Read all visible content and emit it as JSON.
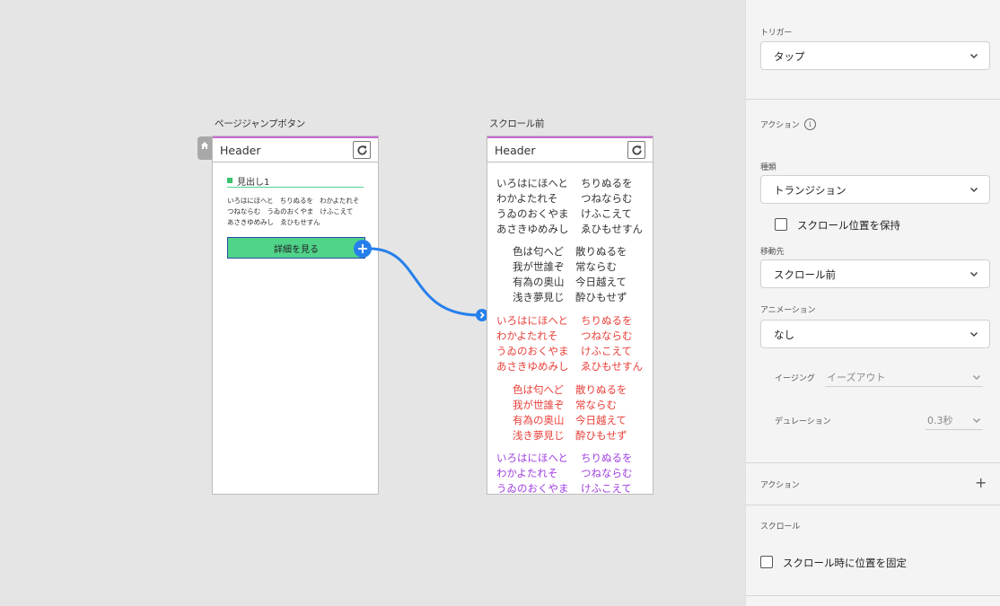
{
  "artboards": {
    "left": {
      "label": "ページジャンプボタン",
      "header_title": "Header",
      "heading": "見出し1",
      "text": "いろはにほへと　ちりぬるを　わかよたれそ　つねならむ　うゐのおくやま　けふこえて　あさきゆめみし　ゑひもせすん",
      "button_label": "詳細を見る"
    },
    "right": {
      "label": "スクロール前",
      "header_title": "Header",
      "blocks": [
        {
          "color": "#333333",
          "lines": [
            [
              "いろはにほへと",
              "ちりぬるを"
            ],
            [
              "わかよたれそ",
              "つねならむ"
            ],
            [
              "うゐのおくやま",
              "けふこえて"
            ],
            [
              "あさきゆめみし",
              "ゑひもせすん"
            ]
          ]
        },
        {
          "color": "#333333",
          "lines": [
            [
              "色は匂へど",
              "散りぬるを"
            ],
            [
              "我が世誰ぞ",
              "常ならむ"
            ],
            [
              "有為の奥山",
              "今日越えて"
            ],
            [
              "浅き夢見じ",
              "酔ひもせず"
            ]
          ]
        },
        {
          "color": "#e8403a",
          "lines": [
            [
              "いろはにほへと",
              "ちりぬるを"
            ],
            [
              "わかよたれそ",
              "つねならむ"
            ],
            [
              "うゐのおくやま",
              "けふこえて"
            ],
            [
              "あさきゆめみし",
              "ゑひもせすん"
            ]
          ]
        },
        {
          "color": "#e8403a",
          "lines": [
            [
              "色は匂へど",
              "散りぬるを"
            ],
            [
              "我が世誰ぞ",
              "常ならむ"
            ],
            [
              "有為の奥山",
              "今日越えて"
            ],
            [
              "浅き夢見じ",
              "酔ひもせず"
            ]
          ]
        },
        {
          "color": "#a040e0",
          "lines": [
            [
              "いろはにほへと",
              "ちりぬるを"
            ],
            [
              "わかよたれそ",
              "つねならむ"
            ],
            [
              "うゐのおくやま",
              "けふこえて"
            ]
          ]
        }
      ]
    }
  },
  "panel": {
    "trigger_label": "トリガー",
    "trigger_value": "タップ",
    "action_section_label": "アクション",
    "type_label": "種類",
    "type_value": "トランジション",
    "keep_scroll_label": "スクロール位置を保持",
    "destination_label": "移動先",
    "destination_value": "スクロール前",
    "animation_label": "アニメーション",
    "animation_value": "なし",
    "easing_label": "イージング",
    "easing_value": "イーズアウト",
    "duration_label": "デュレーション",
    "duration_value": "0.3秒",
    "action2_label": "アクション",
    "scroll_section_label": "スクロール",
    "fix_position_label": "スクロール時に位置を固定"
  },
  "colors": {
    "accent": "#2680eb",
    "button_green": "#4fd48a",
    "text_red": "#e8403a",
    "text_purple": "#a040e0"
  }
}
